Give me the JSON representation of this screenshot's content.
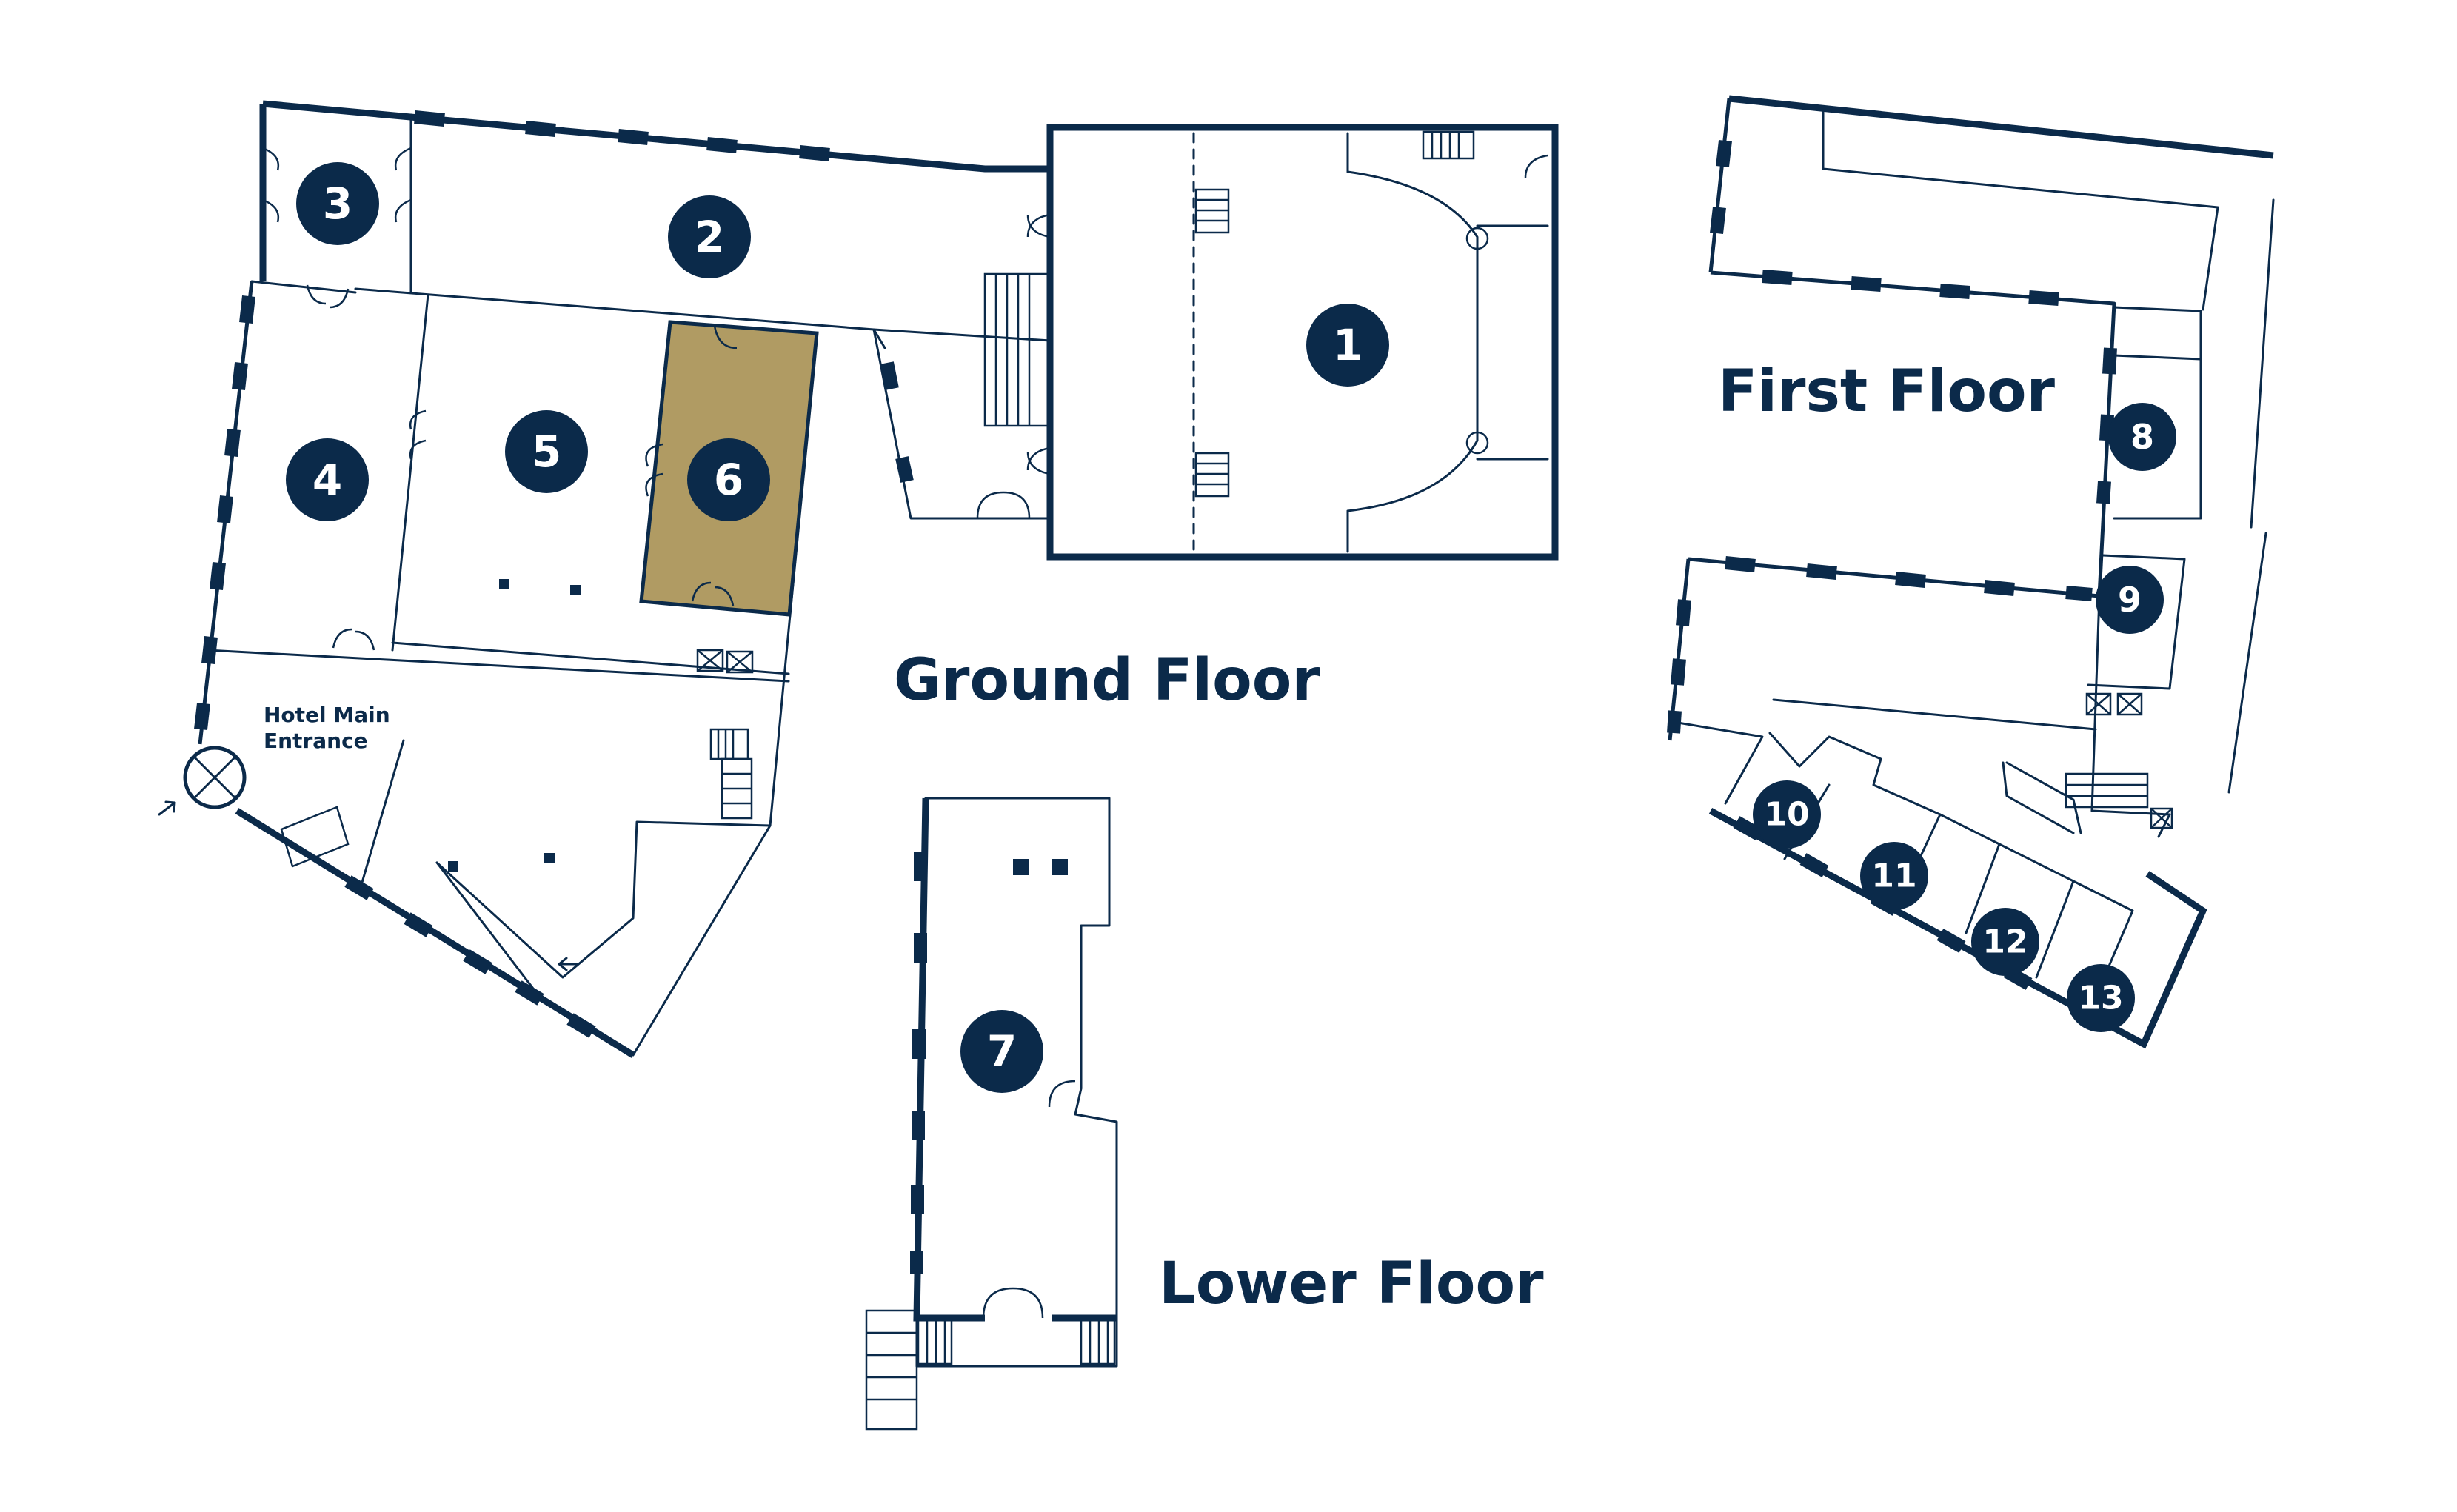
{
  "floors": {
    "ground": "Ground Floor",
    "first": "First Floor",
    "lower": "Lower Floor"
  },
  "entrance_label_line1": "Hotel Main",
  "entrance_label_line2": "Entrance",
  "rooms": [
    {
      "id": "1",
      "floor": "Ground Floor"
    },
    {
      "id": "2",
      "floor": "Ground Floor"
    },
    {
      "id": "3",
      "floor": "Ground Floor"
    },
    {
      "id": "4",
      "floor": "Ground Floor"
    },
    {
      "id": "5",
      "floor": "Ground Floor"
    },
    {
      "id": "6",
      "floor": "Ground Floor",
      "highlighted": true
    },
    {
      "id": "7",
      "floor": "Lower Floor"
    },
    {
      "id": "8",
      "floor": "First Floor"
    },
    {
      "id": "9",
      "floor": "First Floor"
    },
    {
      "id": "10",
      "floor": "First Floor"
    },
    {
      "id": "11",
      "floor": "First Floor"
    },
    {
      "id": "12",
      "floor": "First Floor"
    },
    {
      "id": "13",
      "floor": "First Floor"
    }
  ],
  "colors": {
    "ink": "#0b2a4a",
    "highlight": "#b09b63",
    "background": "#ffffff"
  }
}
